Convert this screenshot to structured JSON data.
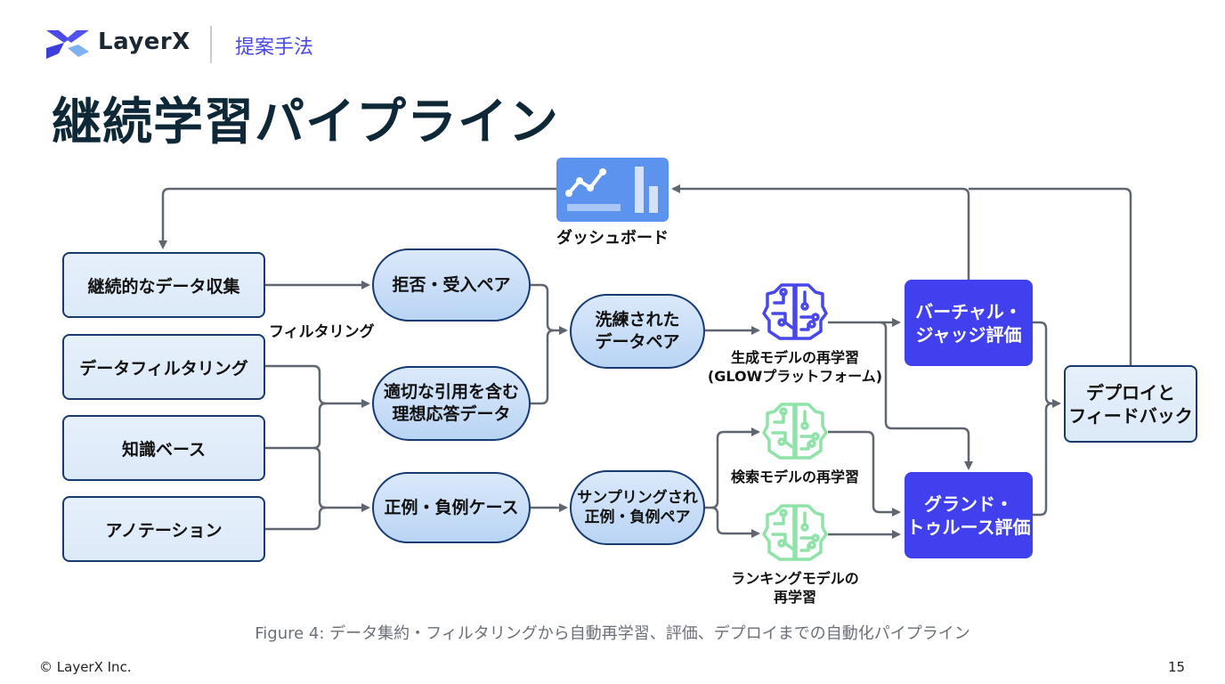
{
  "header": {
    "brand": "LayerX",
    "section": "提案手法"
  },
  "title": "継続学習パイプライン",
  "colors": {
    "brand_purple": "#4a4ae0",
    "eval_blue": "#4040ee",
    "dashboard_blue": "#5b93ee",
    "gen_model_icon": "#4848ea",
    "green_model_icon": "#8fe3a8",
    "connector": "#5f6670",
    "node_border": "#193a6e"
  },
  "diagram": {
    "dashboard": {
      "icon": "dashboard-chart-icon",
      "label": "ダッシュボード"
    },
    "sources": [
      {
        "id": "continuous-collection",
        "label": "継続的なデータ収集"
      },
      {
        "id": "data-filtering",
        "label": "データフィルタリング"
      },
      {
        "id": "knowledge-base",
        "label": "知識ベース"
      },
      {
        "id": "annotation",
        "label": "アノテーション"
      }
    ],
    "filter_edge_label": "フィルタリング",
    "intermediate": [
      {
        "id": "reject-accept-pairs",
        "label": "拒否・受入ペア"
      },
      {
        "id": "ideal-response-data",
        "line1": "適切な引用を含む",
        "line2": "理想応答データ"
      },
      {
        "id": "pos-neg-cases",
        "label": "正例・負例ケース"
      }
    ],
    "refined": [
      {
        "id": "refined-pairs",
        "line1": "洗練された",
        "line2": "データペア"
      },
      {
        "id": "sampled-pairs",
        "line1": "サンプリングされ",
        "line2": "正例・負例ペア"
      }
    ],
    "models": [
      {
        "id": "generative-model",
        "icon": "brain-circuit-icon",
        "line1": "生成モデルの再学習",
        "line2": "(GLOWプラットフォーム)"
      },
      {
        "id": "search-model",
        "icon": "brain-circuit-icon",
        "line1": "検索モデルの再学習",
        "line2": ""
      },
      {
        "id": "ranking-model",
        "icon": "brain-circuit-icon",
        "line1": "ランキングモデルの",
        "line2": "再学習"
      }
    ],
    "evaluations": [
      {
        "id": "virtual-judge",
        "line1": "バーチャル・",
        "line2": "ジャッジ評価"
      },
      {
        "id": "ground-truth",
        "line1": "グランド・",
        "line2": "トゥルース評価"
      }
    ],
    "deploy": {
      "line1": "デプロイと",
      "line2": "フィードバック"
    }
  },
  "caption": "Figure 4: データ集約・フィルタリングから自動再学習、評価、デプロイまでの自動化パイプライン",
  "footer": {
    "copyright": "© LayerX Inc.",
    "page_number": "15"
  }
}
